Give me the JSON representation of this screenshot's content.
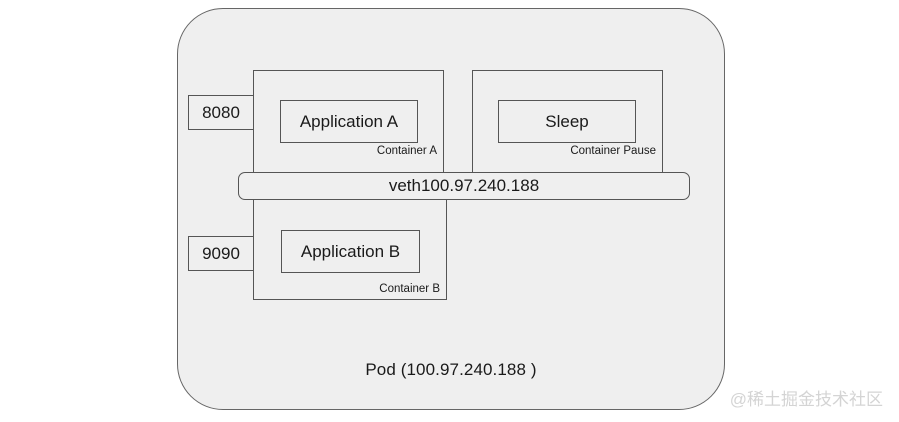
{
  "diagram": {
    "background_color": "#ffffff",
    "pod": {
      "fill_color": "#efefef",
      "stroke_color": "#666666",
      "label": "Pod (100.97.240.188 )"
    },
    "ports": [
      {
        "name": "port-8080",
        "label": "8080"
      },
      {
        "name": "port-9090",
        "label": "9090"
      }
    ],
    "containers": [
      {
        "name": "container-a",
        "caption": "Container A",
        "app_label": "Application A"
      },
      {
        "name": "container-pause",
        "caption": "Container Pause",
        "app_label": "Sleep"
      },
      {
        "name": "container-b",
        "caption": "Container B",
        "app_label": "Application B"
      }
    ],
    "network_interface": {
      "label": "veth100.97.240.188"
    },
    "watermark": "@稀土掘金技术社区"
  }
}
